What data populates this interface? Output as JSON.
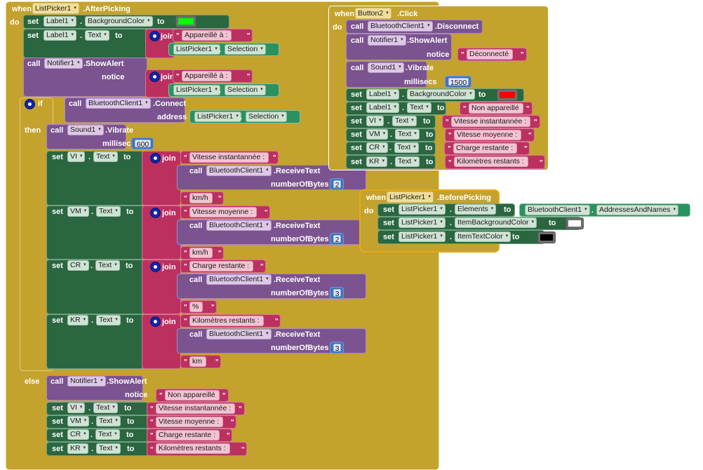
{
  "app": {
    "editor": "MIT App Inventor Blocks Editor",
    "canvas_background": "#ffffff"
  },
  "palette": {
    "event_gold": "#c4a22e",
    "set_green": "#2a6640",
    "call_purple": "#7b5390",
    "text_magenta": "#bc3060",
    "getter_green": "#2a9160",
    "number_blue": "#4273c0"
  },
  "keywords": {
    "when": "when",
    "do": "do",
    "if": "if",
    "then": "then",
    "else": "else",
    "set": "set",
    "call": "call",
    "to": "to",
    "join": "join",
    "dot": ".",
    "quote": "\""
  },
  "blocks": {
    "afterpicking": {
      "title_component": "ListPicker1",
      "title_event": ".AfterPicking",
      "set_bg": {
        "component": "Label1",
        "property": "BackgroundColor",
        "color_value": "#00ff00"
      },
      "set_label_text": {
        "component": "Label1",
        "property": "Text",
        "text_a": "Appareillé à : ",
        "getter_component": "ListPicker1",
        "getter_property": "Selection"
      },
      "notifier": {
        "component": "Notifier1",
        "method": ".ShowAlert",
        "arg_label": "notice",
        "text_a": "Appareillé à : ",
        "getter_component": "ListPicker1",
        "getter_property": "Selection"
      },
      "if_call": {
        "component": "BluetoothClient1",
        "method": ".Connect",
        "arg_label": "address",
        "getter_component": "ListPicker1",
        "getter_property": "Selection"
      },
      "vibrate": {
        "component": "Sound1",
        "method": ".Vibrate",
        "arg_label": "millisecs",
        "value": "600"
      },
      "readings": [
        {
          "target": "VI",
          "property": "Text",
          "prefix": "Vitesse instantannée : ",
          "call_component": "BluetoothClient1",
          "call_method": ".ReceiveText",
          "arg_label": "numberOfBytes",
          "bytes": "2",
          "suffix": " km/h"
        },
        {
          "target": "VM",
          "property": "Text",
          "prefix": "Vitesse moyenne : ",
          "call_component": "BluetoothClient1",
          "call_method": ".ReceiveText",
          "arg_label": "numberOfBytes",
          "bytes": "2",
          "suffix": " km/h"
        },
        {
          "target": "CR",
          "property": "Text",
          "prefix": "Charge restante : ",
          "call_component": "BluetoothClient1",
          "call_method": ".ReceiveText",
          "arg_label": "numberOfBytes",
          "bytes": "3",
          "suffix": " %"
        },
        {
          "target": "KR",
          "property": "Text",
          "prefix": "Kilomètres restants : ",
          "call_component": "BluetoothClient1",
          "call_method": ".ReceiveText",
          "arg_label": "numberOfBytes",
          "bytes": "3",
          "suffix": " km"
        }
      ],
      "else_notifier": {
        "component": "Notifier1",
        "method": ".ShowAlert",
        "arg_label": "notice",
        "text": "Non appareillé"
      },
      "else_sets": [
        {
          "target": "VI",
          "property": "Text",
          "text": "Vitesse instantannée : "
        },
        {
          "target": "VM",
          "property": "Text",
          "text": "Vitesse moyenne : "
        },
        {
          "target": "CR",
          "property": "Text",
          "text": "Charge restante : "
        },
        {
          "target": "KR",
          "property": "Text",
          "text": "Kilomètres restants : "
        }
      ]
    },
    "button2click": {
      "title_component": "Button2",
      "title_event": ".Click",
      "disconnect": {
        "component": "BluetoothClient1",
        "method": ".Disconnect"
      },
      "notifier": {
        "component": "Notifier1",
        "method": ".ShowAlert",
        "arg_label": "notice",
        "text": "Déconnecté"
      },
      "vibrate": {
        "component": "Sound1",
        "method": ".Vibrate",
        "arg_label": "millisecs",
        "value": "1500"
      },
      "set_bg": {
        "component": "Label1",
        "property": "BackgroundColor",
        "color_value": "#ff0000"
      },
      "sets": [
        {
          "target": "Label1",
          "property": "Text",
          "text": "Non appareillé"
        },
        {
          "target": "VI",
          "property": "Text",
          "text": "Vitesse instantannée : "
        },
        {
          "target": "VM",
          "property": "Text",
          "text": "Vitesse moyenne : "
        },
        {
          "target": "CR",
          "property": "Text",
          "text": "Charge restante : "
        },
        {
          "target": "KR",
          "property": "Text",
          "text": "Kilomètres restants : "
        }
      ]
    },
    "beforepicking": {
      "title_component": "ListPicker1",
      "title_event": ".BeforePicking",
      "set_elements": {
        "component": "ListPicker1",
        "property": "Elements",
        "getter_component": "BluetoothClient1",
        "getter_property": "AddressesAndNames"
      },
      "set_item_bg": {
        "component": "ListPicker1",
        "property": "ItemBackgroundColor",
        "color_value": "#ffffff"
      },
      "set_item_text": {
        "component": "ListPicker1",
        "property": "ItemTextColor",
        "color_value": "#000000"
      }
    }
  }
}
